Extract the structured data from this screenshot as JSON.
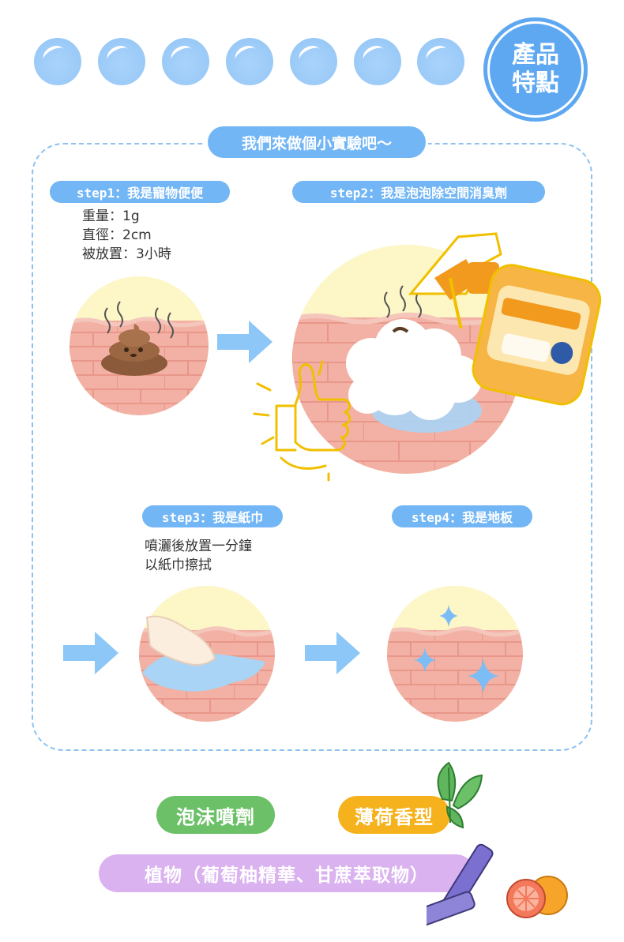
{
  "badge": {
    "line1": "產品",
    "line2": "特點"
  },
  "title": "我們來做個小實驗吧～",
  "steps": [
    {
      "label": "step1：我是寵物便便",
      "desc": [
        "重量：1g",
        "直徑：2cm",
        "被放置：3小時"
      ]
    },
    {
      "label": "step2：我是泡泡除空間消臭劑"
    },
    {
      "label": "step3：我是紙巾",
      "desc": [
        "噴灑後放置一分鐘",
        "以紙巾擦拭"
      ]
    },
    {
      "label": "step4：我是地板"
    }
  ],
  "tags": {
    "foam": "泡沫噴劑",
    "scent": "薄荷香型",
    "plant": "植物（葡萄柚精華、甘蔗萃取物）"
  },
  "colors": {
    "bubble": "#9ccbf8",
    "badge": "#5ea8f2",
    "pill_blue": "#72b6f5",
    "wall_brick": "#f2b1a4",
    "wall_top": "#fdf6c6",
    "arrow": "#8cc7f7",
    "green": "#6cc067",
    "orange": "#f5b21c",
    "purple": "#d9b2ef"
  },
  "icons": [
    "bubble-icon",
    "poop-icon",
    "spray-bottle-icon",
    "thumbs-up-icon",
    "tissue-hand-icon",
    "sparkle-icon",
    "arrow-right-icon",
    "mint-leaf-icon",
    "sugarcane-icon",
    "grapefruit-icon"
  ]
}
